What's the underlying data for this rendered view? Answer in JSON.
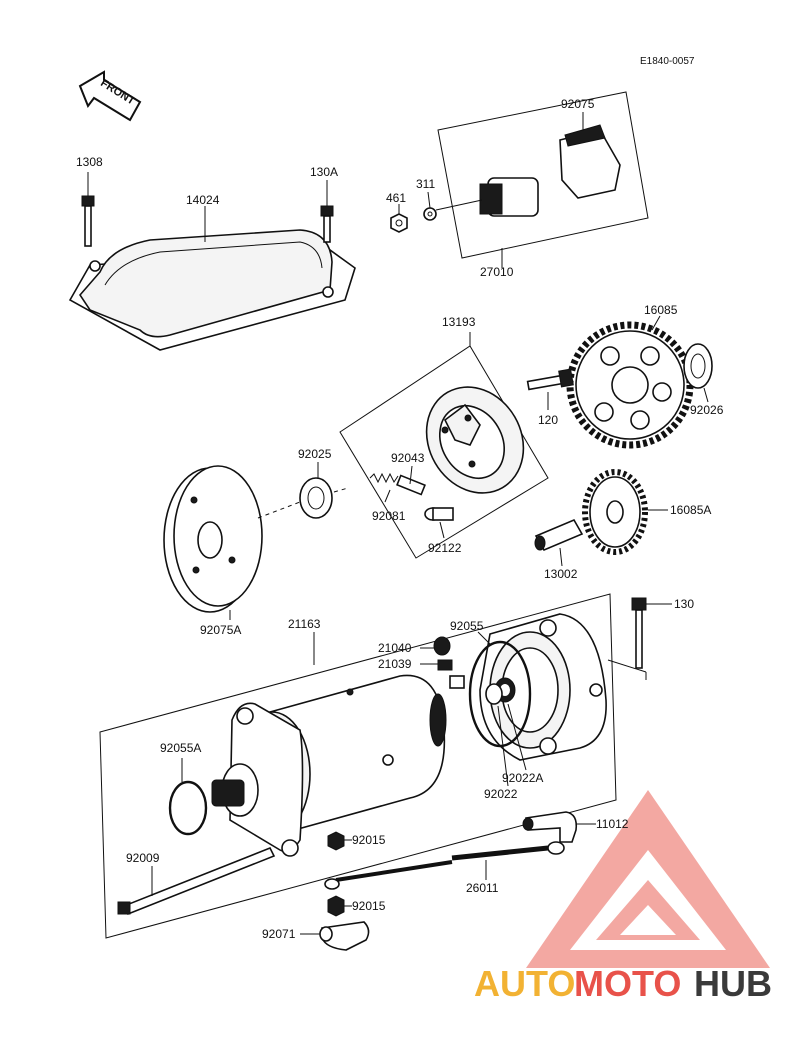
{
  "diagram_code": "E1840-0057",
  "front_label": "FRONT",
  "parts": {
    "p1308": "1308",
    "p14024": "14024",
    "p130A": "130A",
    "p92075": "92075",
    "p461": "461",
    "p311": "311",
    "p27010": "27010",
    "p13193": "13193",
    "p16085": "16085",
    "p120": "120",
    "p92026": "92026",
    "p92025": "92025",
    "p92043": "92043",
    "p92081": "92081",
    "p92122": "92122",
    "p16085A": "16085A",
    "p13002": "13002",
    "p92075A": "92075A",
    "p21163": "21163",
    "p92055": "92055",
    "p130": "130",
    "p21040": "21040",
    "p21039": "21039",
    "p92022A": "92022A",
    "p92022": "92022",
    "p92055A": "92055A",
    "p11012": "11012",
    "p92015a": "92015",
    "p92009": "92009",
    "p26011": "26011",
    "p92015b": "92015",
    "p92071": "92071"
  },
  "watermark": {
    "part1": "AUTO",
    "part2": "MOTO",
    "part3": "HUB",
    "color_auto": "#f2b233",
    "color_moto": "#e8524a",
    "color_hub": "#3a3a3a"
  }
}
